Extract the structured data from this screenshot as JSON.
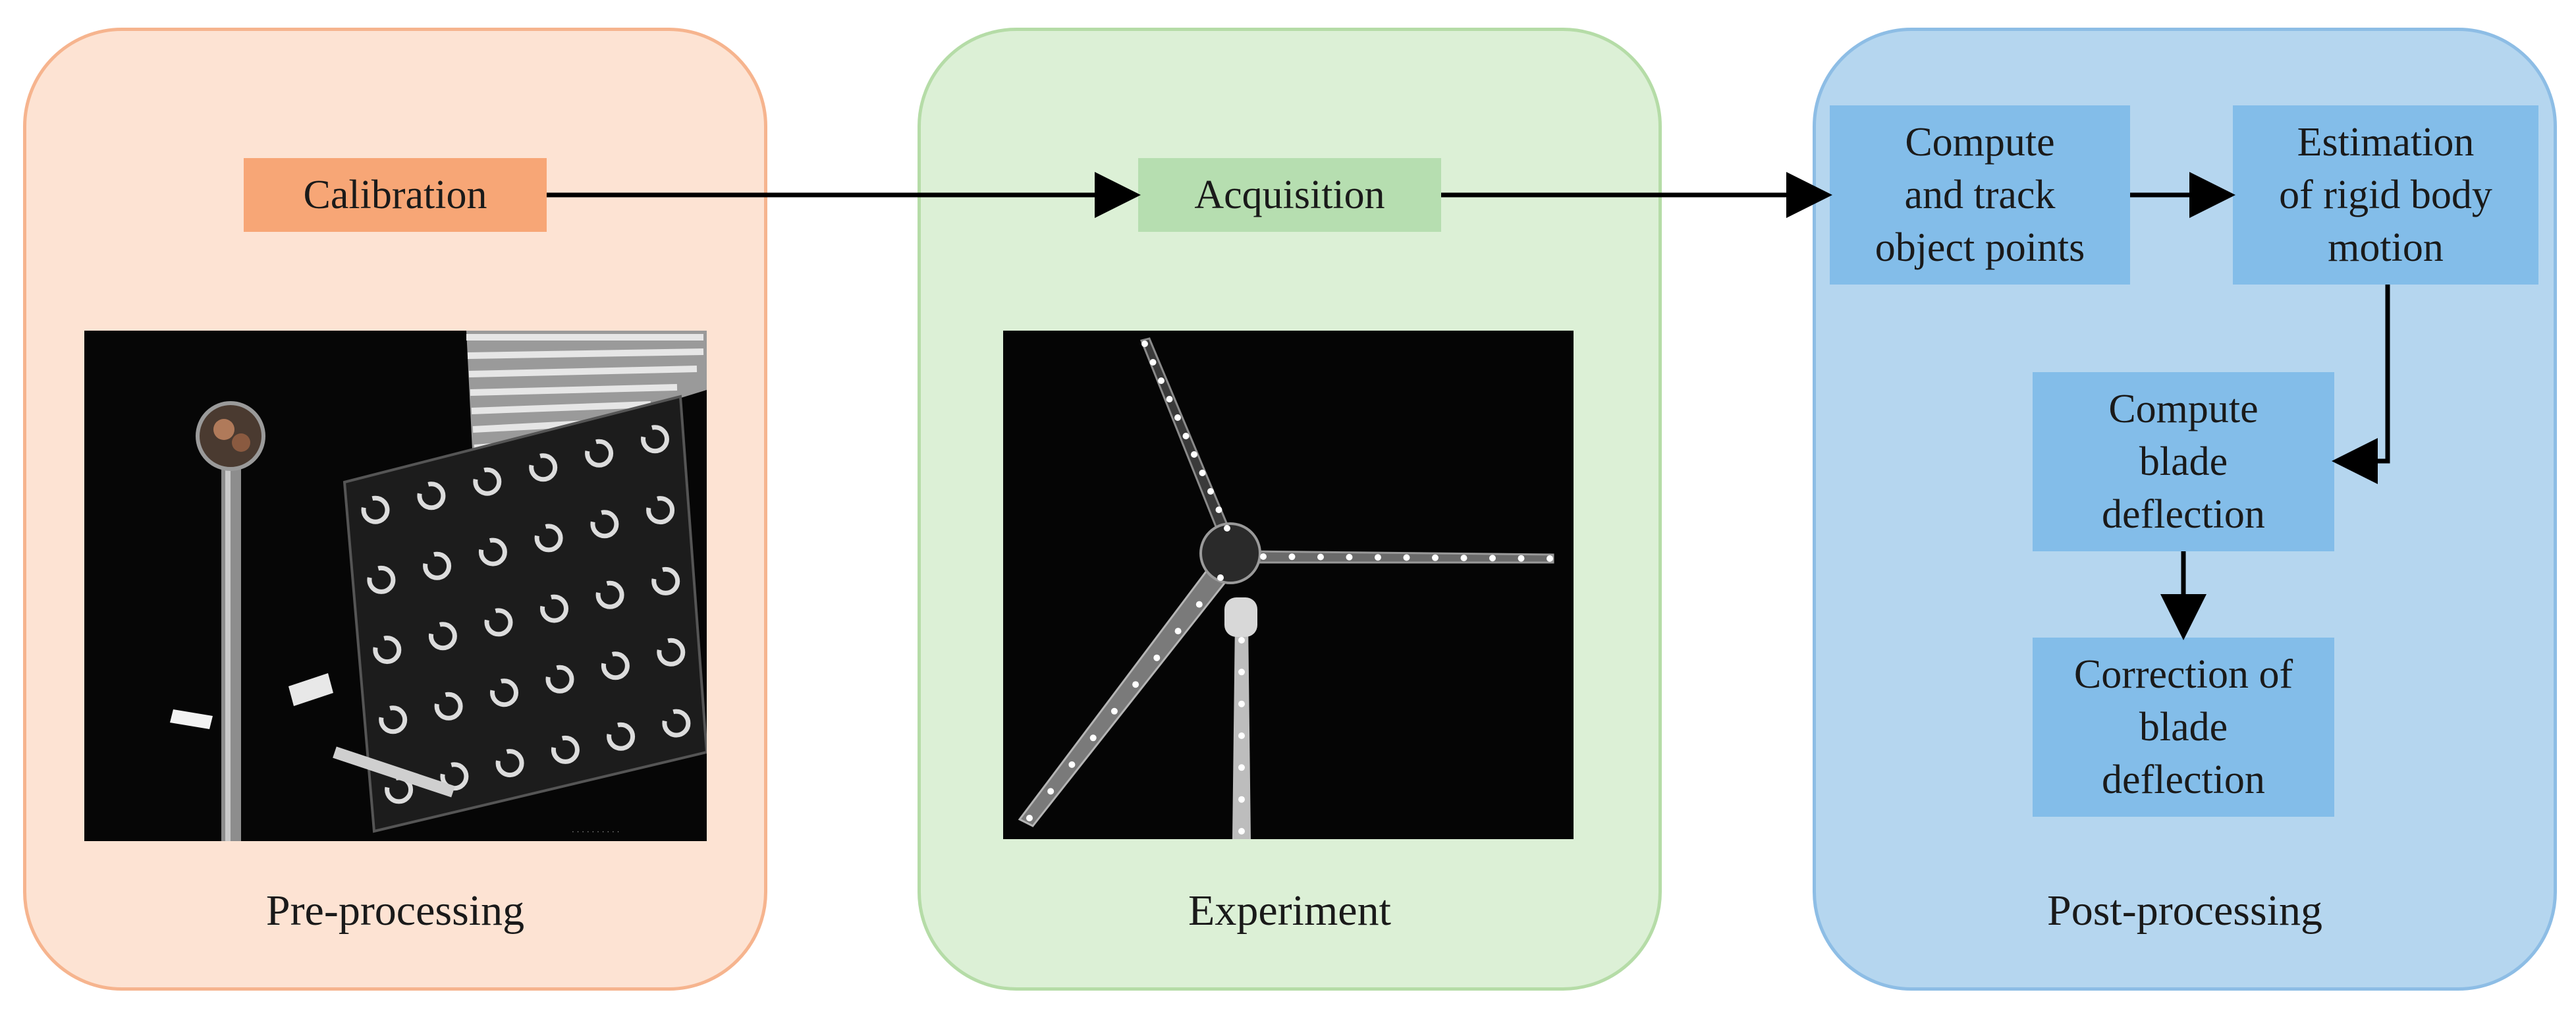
{
  "panels": {
    "pre": "Pre-processing",
    "experiment": "Experiment",
    "post": "Post-processing"
  },
  "boxes": {
    "calibration": "Calibration",
    "acquisition": "Acquisition",
    "compute": [
      "Compute",
      "and track",
      "object points"
    ],
    "estimation": [
      "Estimation",
      "of rigid body",
      "motion"
    ],
    "blade": [
      "Compute",
      "blade",
      "deflection"
    ],
    "correction": [
      "Correction of",
      "blade",
      "deflection"
    ]
  },
  "colors": {
    "pre_fill": "#fde3d3",
    "exp_fill": "#dcf0d6",
    "post_fill": "#b5d6ef",
    "calibration_box": "#f7a676",
    "acquisition_box": "#b6deb0",
    "post_box": "#83bde9",
    "arrow": "#000000"
  },
  "images": {
    "calibration_photo": "calibration-target-photo",
    "turbine_photo": "wind-turbine-photo"
  }
}
